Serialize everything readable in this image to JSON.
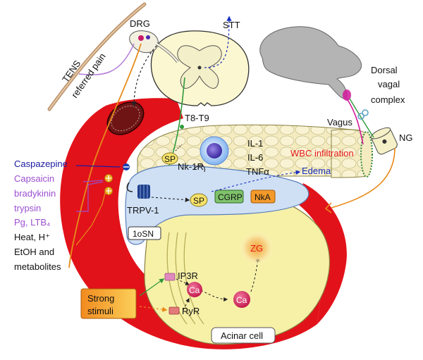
{
  "labels": {
    "drg": "DRG",
    "stt": "STT",
    "tens": "TENS",
    "referred_pain": "referred pain",
    "dorsal": "Dorsal",
    "vagal": "vagal",
    "complex": "complex",
    "vagus": "Vagus",
    "ng": "NG",
    "t8t9": "T8-T9",
    "il1": "IL-1",
    "il6": "IL-6",
    "tnf": "TNFα",
    "wbc": "WBC infiltration",
    "edema": "Edema",
    "nk1r": "Nk-1R",
    "sp_top": "SP",
    "sp_mid": "SP",
    "cgrp": "CGRP",
    "nka": "NkA",
    "trpv1": "TRPV-1",
    "osn": "1oSN",
    "caspazepine": "Caspazepine",
    "capsaicin": "Capsaicin",
    "bradykinin": "bradykinin",
    "trypsin": "trypsin",
    "pg": "Pg, LTB₄",
    "heat": "Heat, H⁺",
    "etoh": "EtOH and",
    "metabolites": "metabolites",
    "ip3r": "IP3R",
    "ryr": "RyR",
    "ca1": "Ca",
    "ca2": "Ca",
    "zg": "ZG",
    "strong1": "Strong",
    "strong2": "stimuli",
    "acinar": "Acinar cell"
  },
  "colors": {
    "red_band": "#e2121a",
    "islet_fill": "#f5efc2",
    "acinar_fill": "#f7f1a8",
    "neuron_blue": "#cfe0f5",
    "caspazepine": "#1a1aa0",
    "stimuli_purple": "#9b4fd0",
    "wbc": "#e81c1c",
    "edema": "#1a2fc0",
    "cgrp": "#7fc26b",
    "nka": "#f39a2a",
    "ca": "#d6245e",
    "strong_box": "#f6a227"
  }
}
